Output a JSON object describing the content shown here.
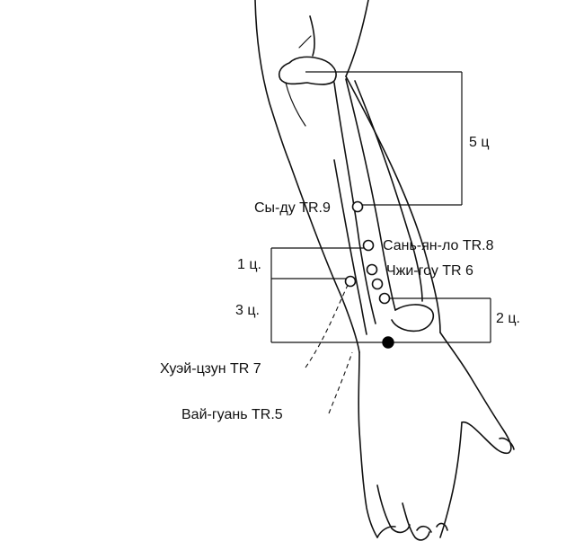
{
  "measurements": {
    "elbow_to_tr9": "5 ц",
    "tr8_to_tr7": "1 ц.",
    "tr7_to_wrist": "3 ц.",
    "tr6_to_wrist": "2 ц."
  },
  "points": {
    "tr9": "Сы-ду TR.9",
    "tr8": "Сань-ян-ло TR.8",
    "tr6": "Чжи-гоу TR 6",
    "tr7": "Хуэй-цзун TR 7",
    "tr5": "Вай-гуань TR.5"
  },
  "colors": {
    "ink": "#111111",
    "background": "#ffffff"
  }
}
